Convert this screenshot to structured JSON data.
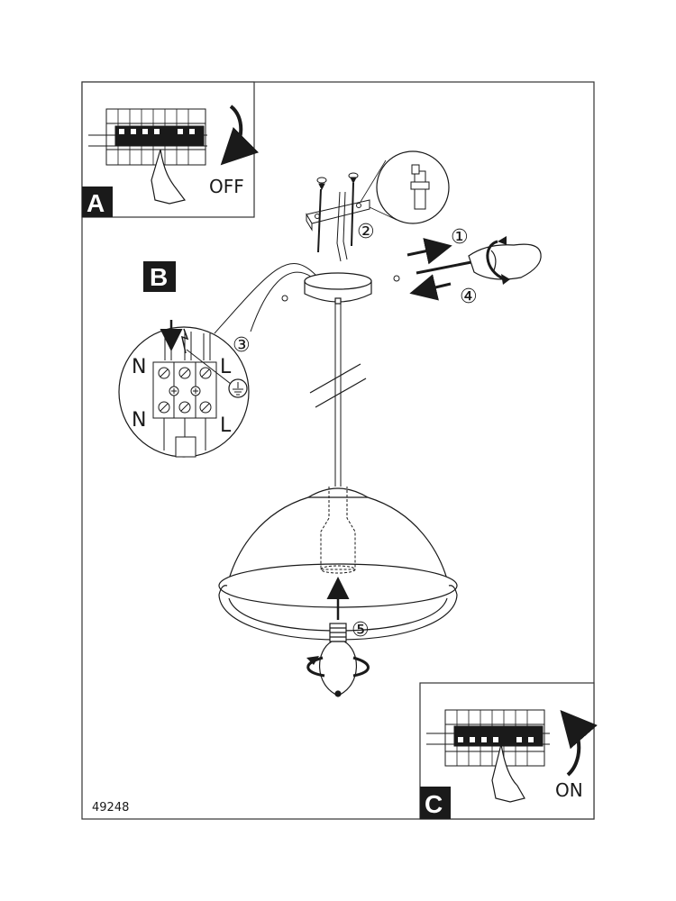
{
  "document": {
    "model_number": "49248"
  },
  "panels": {
    "a": {
      "letter": "A",
      "switch_label": "OFF"
    },
    "b": {
      "letter": "B"
    },
    "c": {
      "letter": "C",
      "switch_label": "ON"
    }
  },
  "steps": {
    "s1": "①",
    "s2": "②",
    "s3": "③",
    "s4": "④",
    "s5": "⑤"
  },
  "wiring": {
    "top_left": "N",
    "top_right": "L",
    "bottom_left": "N",
    "bottom_right": "L"
  },
  "icons": {
    "earth": "ground-icon",
    "rotate": "rotate-arrow-icon",
    "switch_down": "curved-arrow-down-icon",
    "switch_up": "curved-arrow-up-icon"
  }
}
